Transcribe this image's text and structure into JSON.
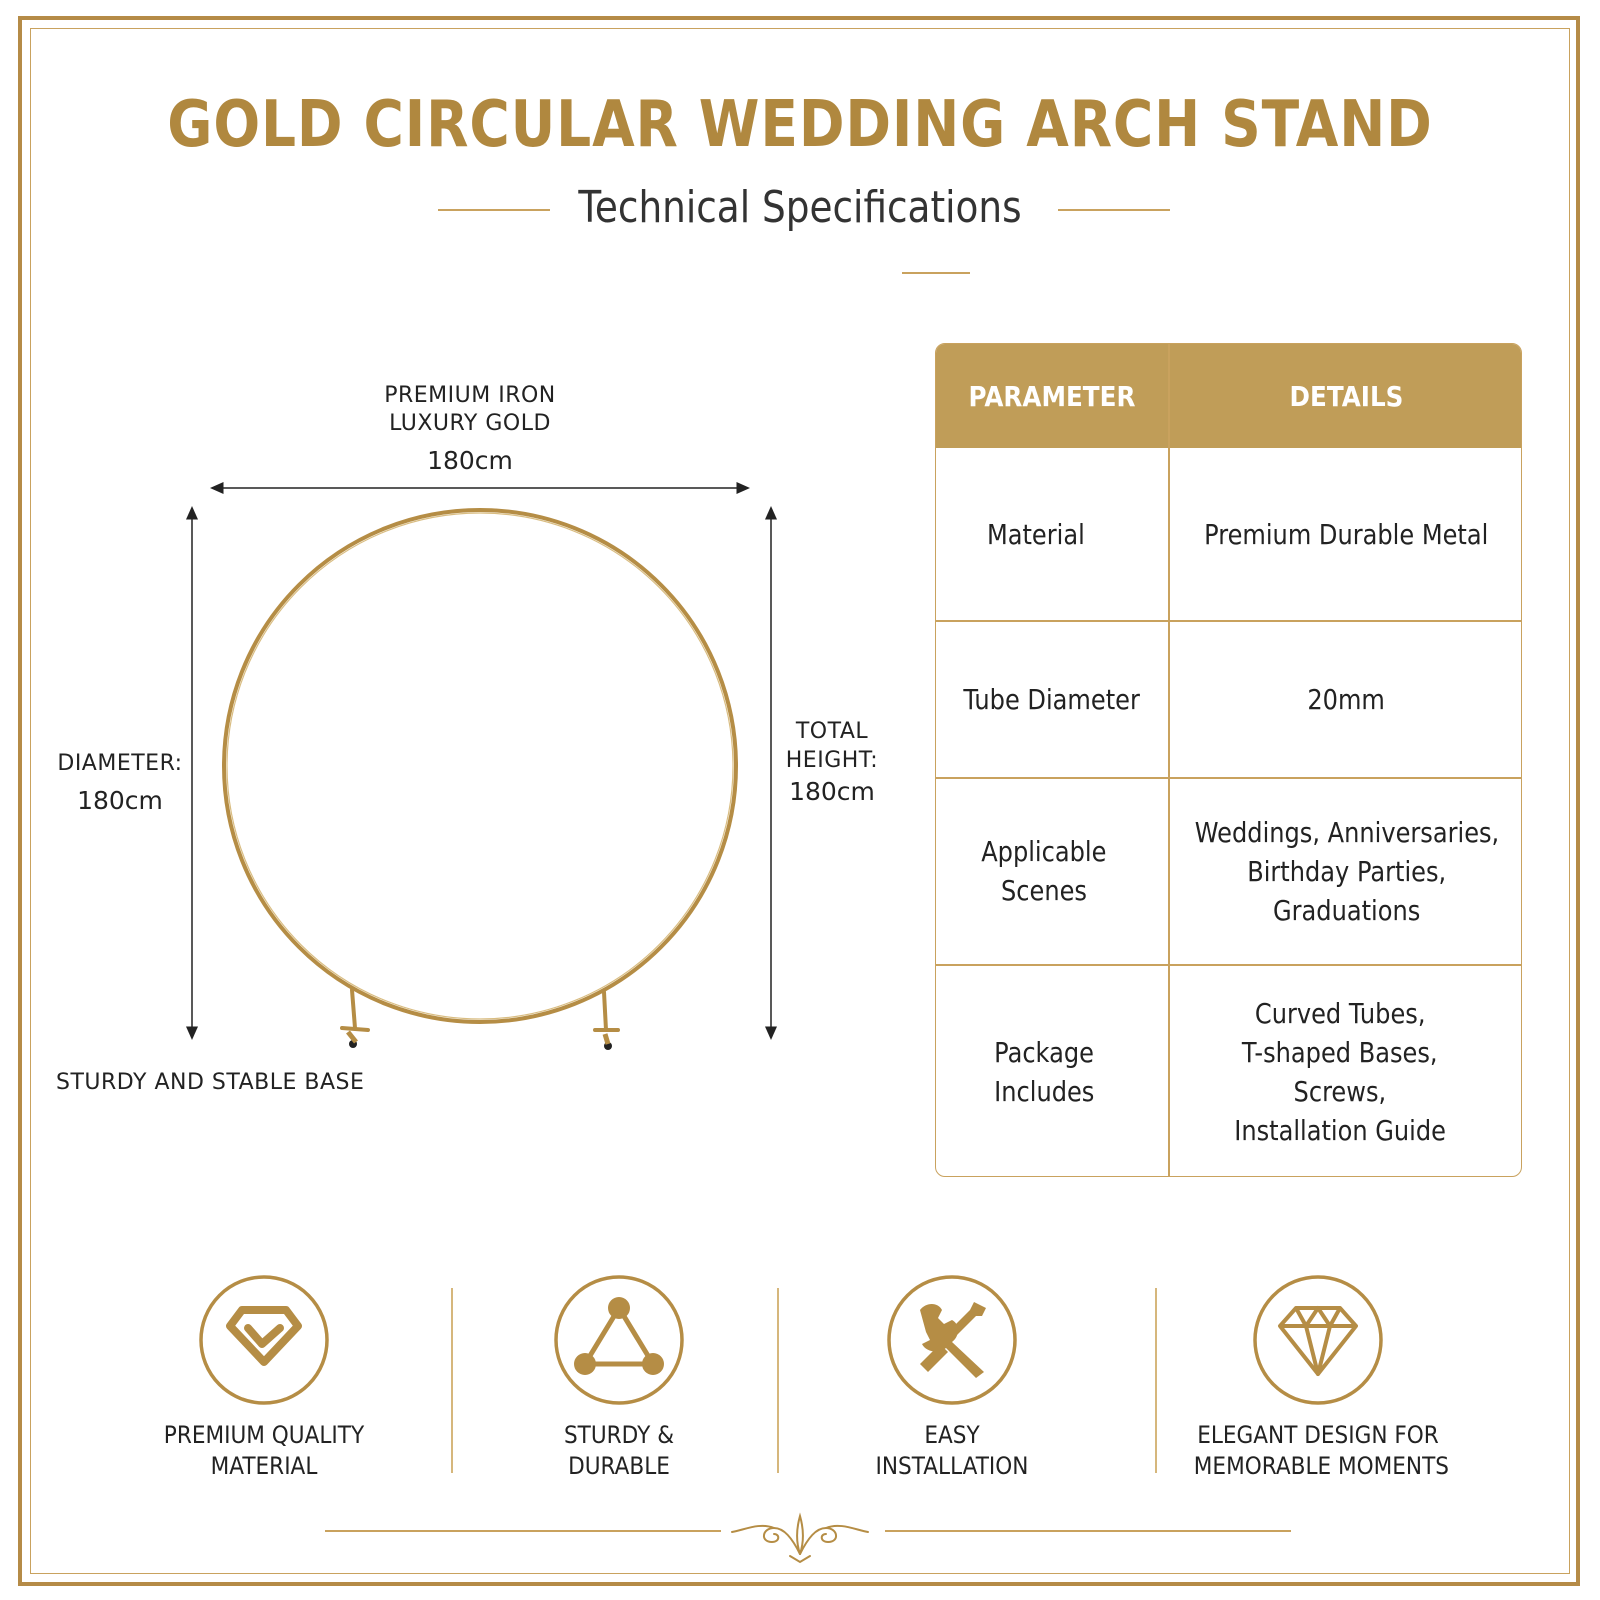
{
  "title": "GOLD CIRCULAR WEDDING ARCH STAND",
  "subtitle": "Technical Specifications",
  "diagram": {
    "top_label_line1": "PREMIUM IRON",
    "top_label_line2": "LUXURY GOLD",
    "top_value": "180cm",
    "left_label": "DIAMETER:",
    "left_value": "180cm",
    "right_label_line1": "TOTAL",
    "right_label_line2": "HEIGHT:",
    "right_value": "180cm",
    "base_label": "STURDY AND STABLE BASE"
  },
  "table": {
    "headers": [
      "PARAMETER",
      "DETAILS"
    ],
    "rows": [
      {
        "parameter": [
          "Material"
        ],
        "details": [
          "Premium Durable Metal"
        ]
      },
      {
        "parameter": [
          "Tube Diameter"
        ],
        "details": [
          "20mm"
        ]
      },
      {
        "parameter": [
          "Applicable",
          "Scenes"
        ],
        "details": [
          "Weddings, Anniversaries,",
          "Birthday Parties,",
          "Graduations"
        ]
      },
      {
        "parameter": [
          "Package",
          "Includes"
        ],
        "details": [
          "Curved Tubes,",
          "T-shaped Bases,",
          "Screws,",
          "Installation Guide"
        ]
      }
    ]
  },
  "features": [
    {
      "icon": "quality-shield-icon",
      "line1": "PREMIUM QUALITY",
      "line2": "MATERIAL"
    },
    {
      "icon": "triangle-nodes-icon",
      "line1": "STURDY &",
      "line2": "DURABLE"
    },
    {
      "icon": "wrench-screwdriver-icon",
      "line1": "EASY",
      "line2": "INSTALLATION"
    },
    {
      "icon": "diamond-icon",
      "line1": "ELEGANT DESIGN FOR",
      "line2": "MEMORABLE MOMENTS"
    }
  ],
  "colors": {
    "gold": "#b0883f",
    "gold_light": "#c9a25e",
    "header_gold": "#c09d58",
    "text": "#222222"
  }
}
